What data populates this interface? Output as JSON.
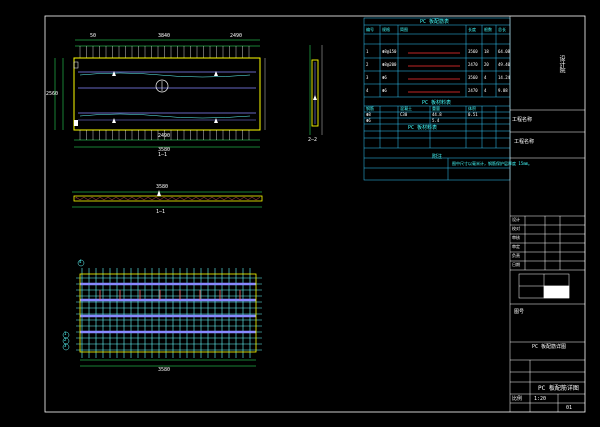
{
  "drawing": {
    "colors": {
      "background": "#000000",
      "frame": "#ffffff",
      "table": "#33ccff",
      "outline": "#ffff00",
      "rebar_main": "#8888ff",
      "rebar_dist": "#66ffff",
      "rebar_red": "#ff3333",
      "dimension": "#33ff66"
    },
    "plan_view": {
      "top_dims": [
        "50",
        "3840",
        "2490"
      ],
      "bottom_dims": [
        "3580",
        "2490"
      ],
      "section_label": "1—1",
      "left_dim": "2560"
    },
    "section_view": {
      "label": "2—2"
    },
    "elevation_view": {
      "label": "1—1",
      "dim": "3580"
    },
    "reinforcement_plan": {
      "bottom_label": "3580",
      "marks": [
        "1",
        "2",
        "3",
        "4"
      ]
    },
    "steel_table": {
      "title": "PC 板配筋表",
      "headers": [
        "编号",
        "规格",
        "简图",
        "长度",
        "根数",
        "总长"
      ],
      "rows": [
        [
          "1",
          "Φ8@150",
          "",
          "3560",
          "18",
          "64.08"
        ],
        [
          "2",
          "Φ8@200",
          "",
          "2470",
          "20",
          "49.40"
        ],
        [
          "3",
          "Φ6",
          "",
          "3560",
          "4",
          "14.24"
        ],
        [
          "4",
          "Φ6",
          "",
          "2470",
          "4",
          "9.88"
        ]
      ],
      "sub_title": "PC 板材料表",
      "sub_headers": [
        "钢筋",
        "混凝土",
        "重量",
        "体积"
      ],
      "sub_rows": [
        [
          "Φ8",
          "C30",
          "44.8",
          "0.51"
        ],
        [
          "Φ6",
          "",
          "5.4",
          ""
        ]
      ],
      "note_title": "附注",
      "note": "图中尺寸以毫米计，钢筋保护层厚度 15mm。"
    },
    "title_block": {
      "company": "设计院",
      "project_name": "工程名称",
      "drawing_title": "PC 板配筋详图",
      "rows": [
        "设计",
        "校对",
        "审核",
        "审定",
        "负责",
        "日期"
      ],
      "stamp_label": "图号",
      "scale_label": "比例",
      "scale": "1:20",
      "sheet": "01"
    }
  }
}
